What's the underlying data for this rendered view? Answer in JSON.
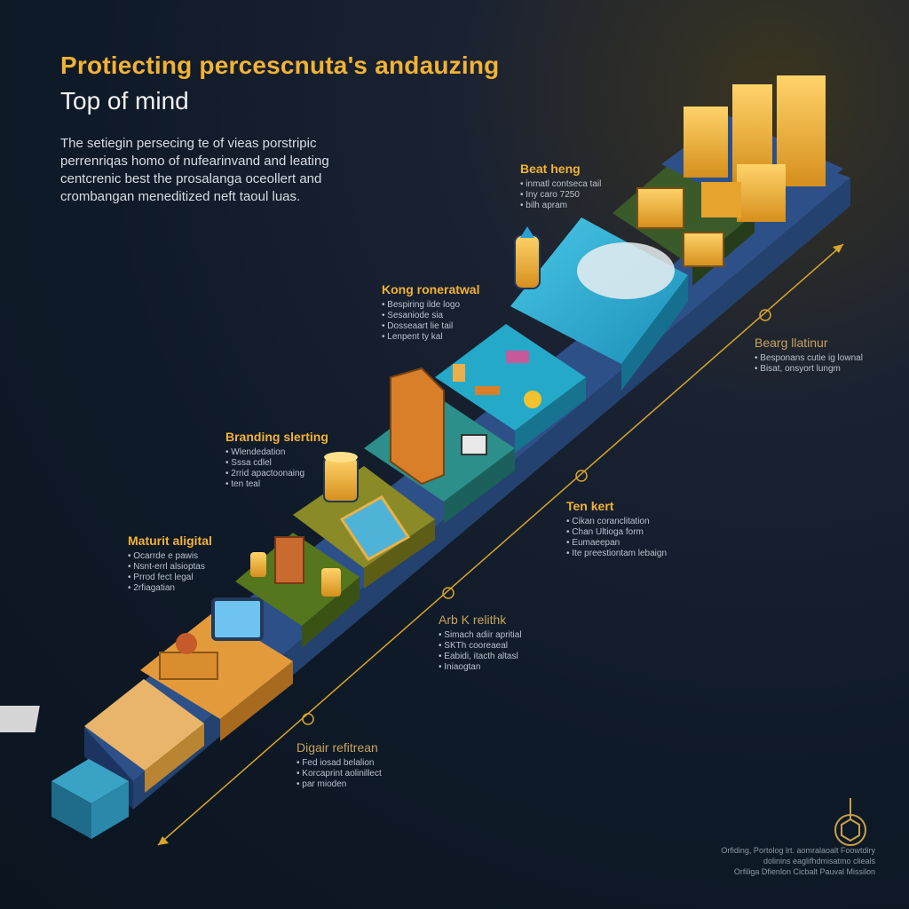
{
  "header": {
    "title": "Protiecting percescnuta's andauzing",
    "subtitle": "Top of mind",
    "intro_lines": [
      "The setiegin persecing te of vieas porstripic",
      "perrenriqas homo of nufearinvand and leating",
      "centcrenic best the prosalanga oceollert and",
      "crombangan meneditized neft taoul luas."
    ]
  },
  "stages": [
    {
      "title": "Beat heng",
      "items": [
        "inmatl contseca tail",
        "Iny caro 7250",
        "bilh apram"
      ]
    },
    {
      "title": "Kong roneratwal",
      "items": [
        "Bespiring ilde logo",
        "Sesaniode sia",
        "Dosseaart lie tail",
        "Lenpent ty kal"
      ]
    },
    {
      "title": "Branding slerting",
      "items": [
        "Wlendedation",
        "Sssa cdlel",
        "2rrid apactoonaing",
        "ten teal"
      ]
    },
    {
      "title": "Maturit aligital",
      "items": [
        "Ocarrde e pawis",
        "Nsnt-errl alsioptas",
        "Prrod fect legal",
        "2rfiagatian"
      ]
    },
    {
      "title": "Bearg llatinur",
      "items": [
        "Besponans cutie ig lownal",
        "Bisat, onsyort lungm"
      ]
    },
    {
      "title": "Ten kert",
      "items": [
        "Cikan coranclitation",
        "Chan Ultioga form",
        "Eumaeepan",
        "Ite preestiontam lebaign"
      ]
    },
    {
      "title": "Arb K relithk",
      "items": [
        "Simach adiir apritial",
        "SKTh cooreaeal",
        "Eabidi, itacth altasl",
        "Iniaogtan"
      ]
    },
    {
      "title": "Digair refitrean",
      "items": [
        "Fed iosad belalion",
        "Korcaprint aolinillect",
        "par mioden"
      ]
    }
  ],
  "footer": {
    "lines": [
      "Orfiding, Portolog lrt. aomralaoalt Foowtdiry",
      "dolinins eaglifhdmisatmo clieals",
      "Orfiliga Dfienlon Cicbalt Pauval Missilon"
    ]
  },
  "colors": {
    "accent": "#f2b233",
    "platform_base": "#2b4a7a",
    "timeline": "#d9a52a"
  },
  "icons": [
    "desk-icon",
    "computer-icon",
    "books-icon",
    "map-icon",
    "building-icon",
    "globe-icon",
    "gold-boxes-icon",
    "cube-logo-icon"
  ]
}
